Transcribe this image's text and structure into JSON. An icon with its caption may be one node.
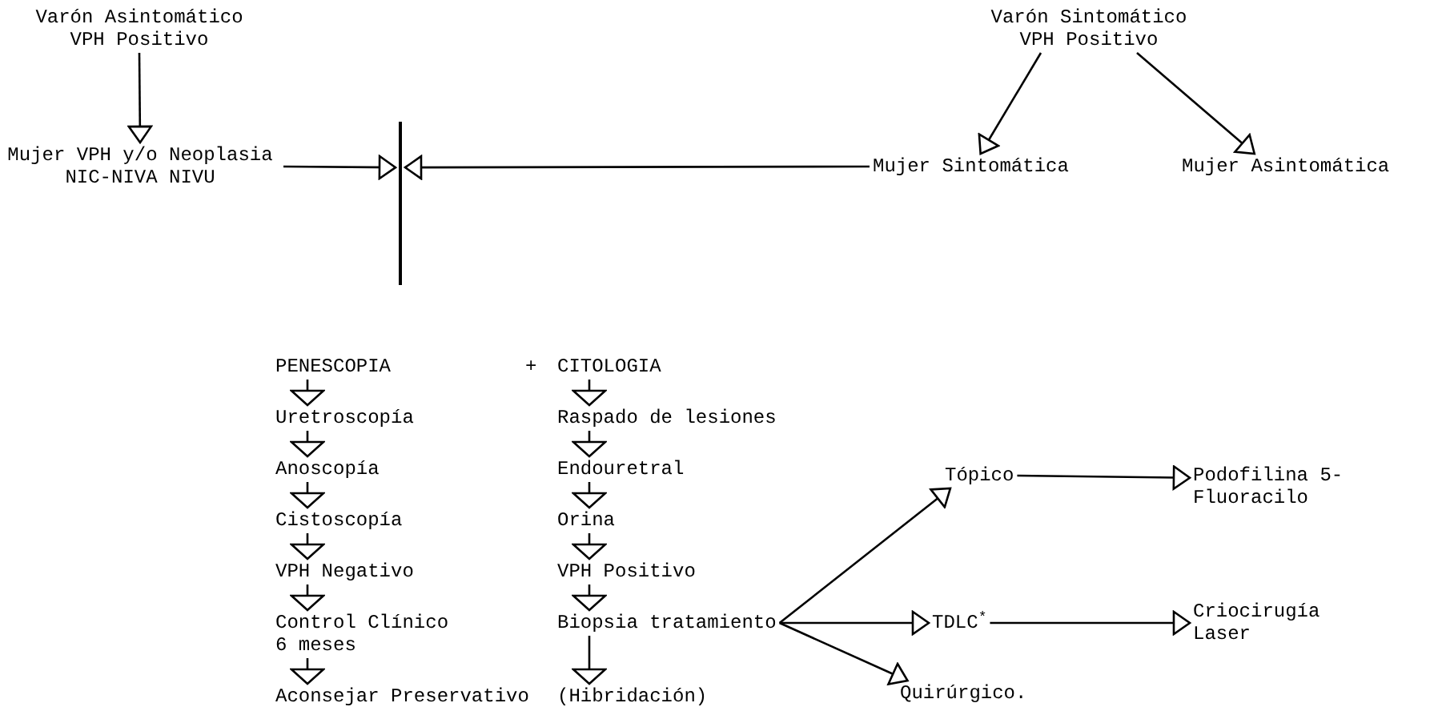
{
  "diagram": {
    "nodes": [
      {
        "text": [
          "Varón Asintomático VPH Positivo"
        ]
      },
      {
        "text": [
          "Mujer VPH y/o Neoplasia NIC-NIVA NIVU"
        ]
      },
      {
        "text": [
          "Varón Sintomático VPH Positivo"
        ]
      },
      {
        "text": [
          "Mujer Sintomática"
        ]
      },
      {
        "text": [
          "Mujer Asintomática"
        ]
      },
      {
        "text": [],
        "shape": "bar"
      },
      {
        "text": [
          "PENESCOPIA"
        ]
      },
      {
        "text": [
          "Uretroscopía"
        ]
      },
      {
        "text": [
          "Anoscopía"
        ]
      },
      {
        "text": [
          "Cistoscopía"
        ]
      },
      {
        "text": [
          "VPH Negativo"
        ]
      },
      {
        "text": [
          "Control Clínico 6 meses"
        ]
      },
      {
        "text": [
          "Aconsejar Preservativo"
        ]
      },
      {
        "text": [
          "CITOLOGIA"
        ]
      },
      {
        "text": [
          "Raspado de lesiones"
        ]
      },
      {
        "text": [
          "Endouretral"
        ]
      },
      {
        "text": [
          "Orina"
        ]
      },
      {
        "text": [
          "VPH Positivo"
        ]
      },
      {
        "text": [
          "Biopsia tratamiento"
        ]
      },
      {
        "text": [
          "(Hibridación)"
        ]
      },
      {
        "text": [
          "Tópico"
        ]
      },
      {
        "text": [
          "TDLC$^{*}$"
        ]
      },
      {
        "text": [
          "Quirúrgico."
        ]
      },
      {
        "text": [
          "Podofilina 5-Fluoracilo"
        ]
      },
      {
        "text": [
          "Criocirugía Laser"
        ]
      }
    ],
    "edges": [
      {
        "from": 0,
        "to": 1,
        "arrow": "to"
      },
      {
        "from": 2,
        "to": 3,
        "arrow": "to"
      },
      {
        "from": 2,
        "to": 4,
        "arrow": "to"
      },
      {
        "from": 1,
        "to": 5,
        "arrow": "to"
      },
      {
        "from": 3,
        "to": 5,
        "arrow": "to"
      },
      {
        "from": 6,
        "to": 7,
        "arrow": "to"
      },
      {
        "from": 7,
        "to": 8,
        "arrow": "to"
      },
      {
        "from": 8,
        "to": 9,
        "arrow": "to"
      },
      {
        "from": 9,
        "to": 10,
        "arrow": "to"
      },
      {
        "from": 10,
        "to": 11,
        "arrow": "to"
      },
      {
        "from": 11,
        "to": 12,
        "arrow": "to"
      },
      {
        "from": 13,
        "to": 14,
        "arrow": "to"
      },
      {
        "from": 14,
        "to": 15,
        "arrow": "to"
      },
      {
        "from": 15,
        "to": 16,
        "arrow": "to"
      },
      {
        "from": 16,
        "to": 17,
        "arrow": "to"
      },
      {
        "from": 17,
        "to": 18,
        "arrow": "to"
      },
      {
        "from": 18,
        "to": 19,
        "arrow": "to"
      },
      {
        "from": 18,
        "to": 20,
        "arrow": "to"
      },
      {
        "from": 18,
        "to": 21,
        "arrow": "to"
      },
      {
        "from": 18,
        "to": 22,
        "arrow": "to"
      },
      {
        "from": 20,
        "to": 23,
        "arrow": "to"
      },
      {
        "from": 21,
        "to": 24,
        "arrow": "to"
      }
    ],
    "labels": [
      "+"
    ]
  }
}
